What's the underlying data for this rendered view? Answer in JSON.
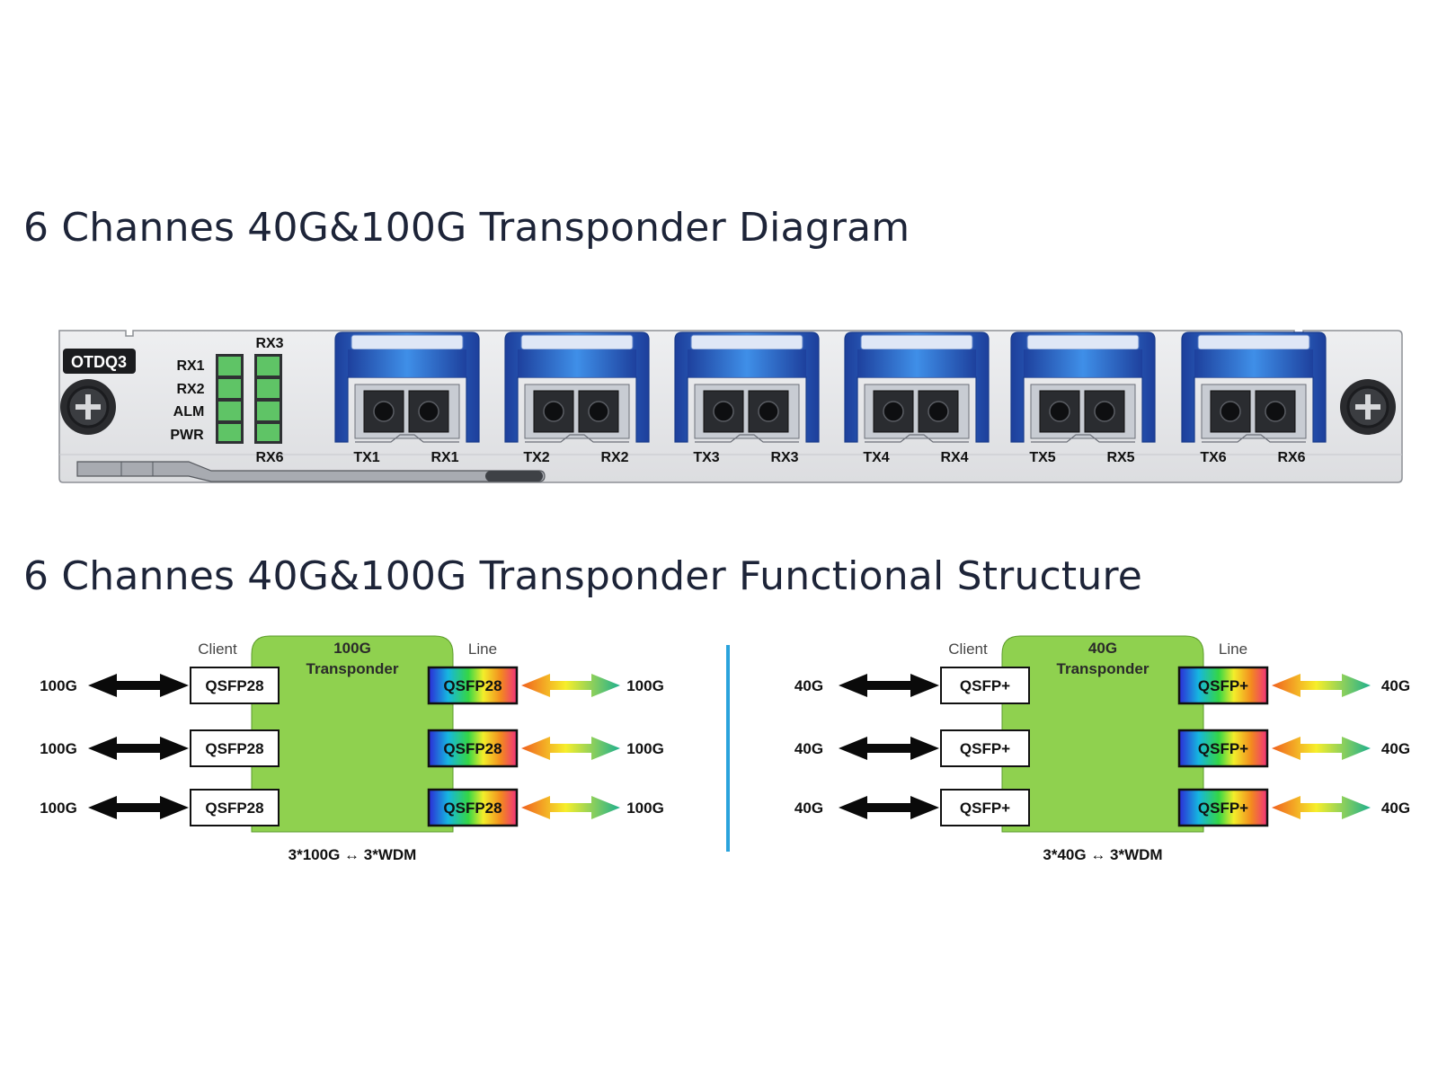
{
  "headings": {
    "diagram": "6 Channes 40G&100G Transponder Diagram",
    "structure": "6 Channes 40G&100G Transponder Functional Structure"
  },
  "panel": {
    "model": "OTDQ3",
    "led_labels": [
      "RX1",
      "RX2",
      "ALM",
      "PWR"
    ],
    "led_top_label": "RX3",
    "led_bottom_label": "RX6",
    "ports": [
      {
        "tx": "TX1",
        "rx": "RX1"
      },
      {
        "tx": "TX2",
        "rx": "RX2"
      },
      {
        "tx": "TX3",
        "rx": "RX3"
      },
      {
        "tx": "TX4",
        "rx": "RX4"
      },
      {
        "tx": "TX5",
        "rx": "RX5"
      },
      {
        "tx": "TX6",
        "rx": "RX6"
      }
    ],
    "colors": {
      "body": "#e6e7e9",
      "port": "#2a63c9",
      "led": "#5fc466"
    }
  },
  "structures": [
    {
      "client_label": "Client",
      "line_label": "Line",
      "box_title": [
        "100G",
        "Transponder"
      ],
      "rows": [
        {
          "left_rate": "100G",
          "client_module": "QSFP28",
          "line_module": "QSFP28",
          "right_rate": "100G"
        },
        {
          "left_rate": "100G",
          "client_module": "QSFP28",
          "line_module": "QSFP28",
          "right_rate": "100G"
        },
        {
          "left_rate": "100G",
          "client_module": "QSFP28",
          "line_module": "QSFP28",
          "right_rate": "100G"
        }
      ],
      "caption": "3*100G ↔ 3*WDM"
    },
    {
      "client_label": "Client",
      "line_label": "Line",
      "box_title": [
        "40G",
        "Transponder"
      ],
      "rows": [
        {
          "left_rate": "40G",
          "client_module": "QSFP+",
          "line_module": "QSFP+",
          "right_rate": "40G"
        },
        {
          "left_rate": "40G",
          "client_module": "QSFP+",
          "line_module": "QSFP+",
          "right_rate": "40G"
        },
        {
          "left_rate": "40G",
          "client_module": "QSFP+",
          "line_module": "QSFP+",
          "right_rate": "40G"
        }
      ],
      "caption": "3*40G ↔ 3*WDM"
    }
  ],
  "colors": {
    "box_green": "#8fd14f",
    "divider": "#2aa3dc"
  }
}
